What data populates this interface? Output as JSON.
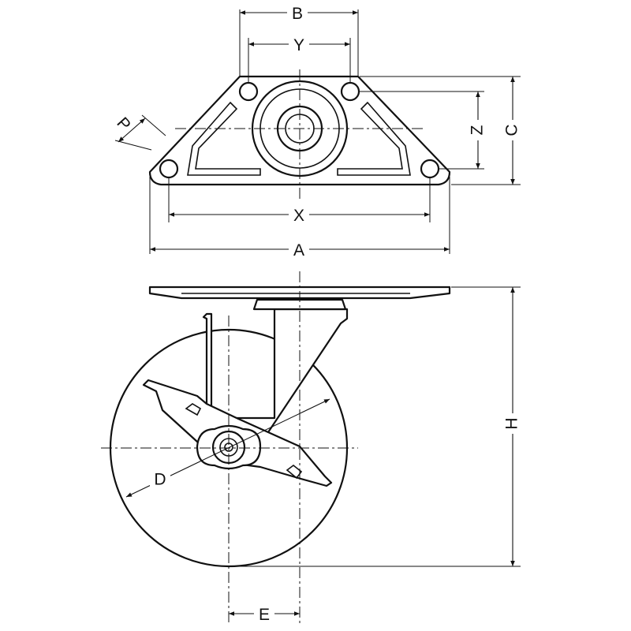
{
  "drawing": {
    "labels": {
      "A": "A",
      "B": "B",
      "C": "C",
      "D": "D",
      "E": "E",
      "H": "H",
      "P": "P",
      "X": "X",
      "Y": "Y",
      "Z": "Z"
    },
    "line_color": "#111111",
    "background": "#ffffff"
  }
}
